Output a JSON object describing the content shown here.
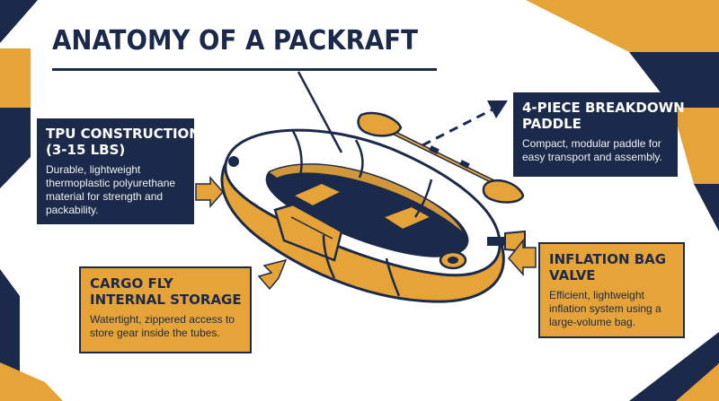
{
  "title": "ANATOMY OF A PACKRAFT",
  "colors": {
    "navy": "#1b2a4a",
    "gold": "#e6a337",
    "white": "#ffffff"
  },
  "callouts": {
    "tpu": {
      "heading_line1": "TPU CONSTRUCTION",
      "heading_line2": "(3-15 lbs)",
      "description": "Durable, lightweight thermoplastic polyurethane material for strength and packability."
    },
    "paddle": {
      "heading_line1": "4-PIECE BREAKDOWN",
      "heading_line2": "PADDLE",
      "description": "Compact, modular paddle for easy transport and assembly."
    },
    "cargo": {
      "heading_line1": "CARGO FLY",
      "heading_line2": "INTERNAL STORAGE",
      "description": "Watertight, zippered access to store gear inside the tubes."
    },
    "inflation": {
      "heading_line1": "INFLATION BAG",
      "heading_line2": "VALVE",
      "description": "Efficient, lightweight inflation system using a large-volume bag."
    }
  },
  "illustration": {
    "raft": "packraft-illustration",
    "paddle": "paddle-illustration",
    "valve": "valve-icon"
  }
}
